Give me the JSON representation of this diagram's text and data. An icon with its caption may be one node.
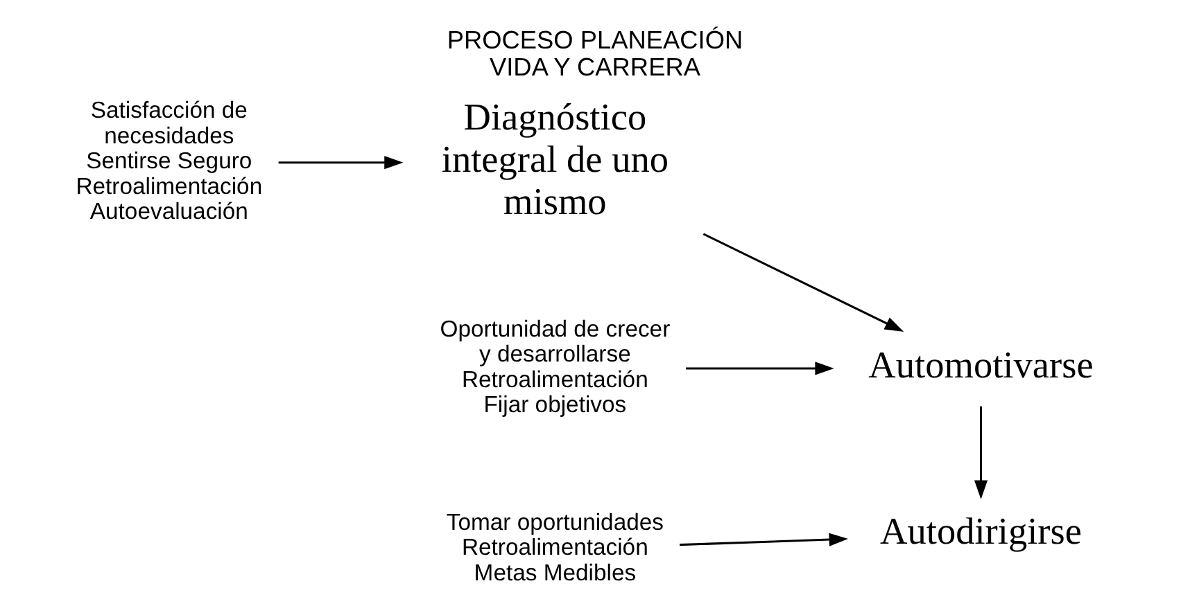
{
  "diagram": {
    "title": "PROCESO PLANEACIÓN VIDA Y CARRERA",
    "nodes": [
      {
        "text": [
          "Tomar oportunidades Retroalimentación Metas Medibles"
        ]
      },
      {
        "text": [
          "Autodirigirse"
        ]
      },
      {
        "text": [
          "Diagnóstico integral de uno mismo"
        ]
      },
      {
        "text": [
          "Satisfacción de necesidades Sentirse Seguro Retroalimentación Autoevaluación"
        ]
      },
      {
        "text": [
          "Oportunidad de crecer y desarrollarse Retroalimentación Fijar objetivos"
        ]
      },
      {
        "text": [
          "Automotivarse"
        ]
      }
    ],
    "edges": [
      {
        "from": 0,
        "to": 1,
        "arrow": "to"
      },
      {
        "from": 3,
        "to": 2,
        "arrow": "to"
      },
      {
        "from": 4,
        "to": 5,
        "arrow": "to"
      },
      {
        "from": 2,
        "to": 5,
        "arrow": "to"
      },
      {
        "from": 5,
        "to": 1,
        "arrow": "to"
      }
    ]
  }
}
